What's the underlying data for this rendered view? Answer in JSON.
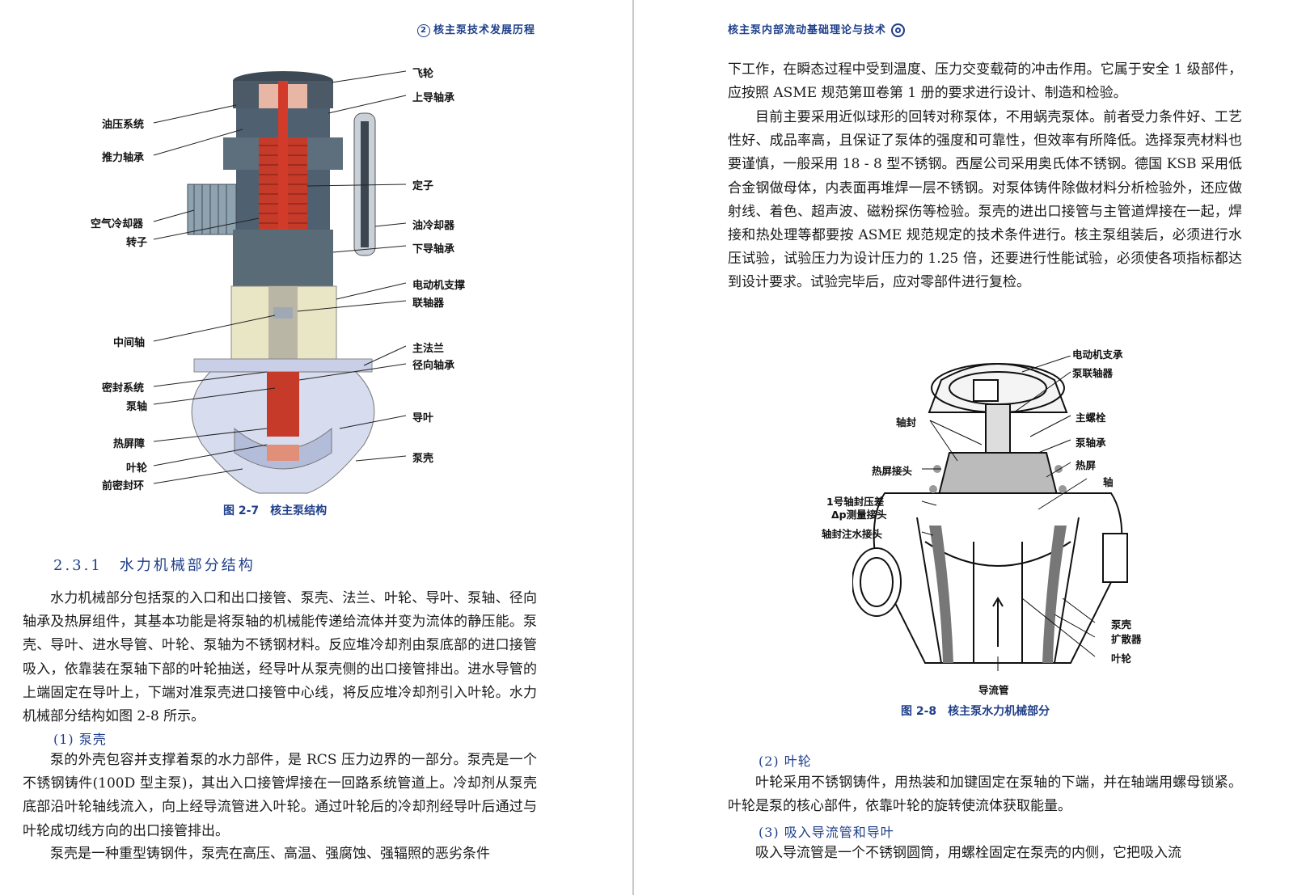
{
  "left_page": {
    "header": {
      "badge": "2",
      "title": "核主泵技术发展历程"
    },
    "figure_2_7": {
      "caption": "图 2-7　核主泵结构",
      "labels_left": [
        "油压系统",
        "推力轴承",
        "空气冷却器",
        "转子",
        "中间轴",
        "密封系统",
        "泵轴",
        "热屏障",
        "叶轮",
        "前密封环"
      ],
      "labels_right": [
        "飞轮",
        "上导轴承",
        "定子",
        "油冷却器",
        "下导轴承",
        "电动机支撑",
        "联轴器",
        "主法兰",
        "径向轴承",
        "导叶",
        "泵壳"
      ]
    },
    "section_title": "2.3.1　水力机械部分结构",
    "para1": "水力机械部分包括泵的入口和出口接管、泵壳、法兰、叶轮、导叶、泵轴、径向轴承及热屏组件，其基本功能是将泵轴的机械能传递给流体并变为流体的静压能。泵壳、导叶、进水导管、叶轮、泵轴为不锈钢材料。反应堆冷却剂由泵底部的进口接管吸入，依靠装在泵轴下部的叶轮抽送，经导叶从泵壳侧的出口接管排出。进水导管的上端固定在导叶上，下端对准泵壳进口接管中心线，将反应堆冷却剂引入叶轮。水力机械部分结构如图 2-8 所示。",
    "sub1": "(1) 泵壳",
    "para2": "泵的外壳包容并支撑着泵的水力部件，是 RCS 压力边界的一部分。泵壳是一个不锈钢铸件(100D 型主泵)，其出入口接管焊接在一回路系统管道上。冷却剂从泵壳底部沿叶轮轴线流入，向上经导流管进入叶轮。通过叶轮后的冷却剂经导叶后通过与叶轮成切线方向的出口接管排出。",
    "para3": "泵壳是一种重型铸钢件，泵壳在高压、高温、强腐蚀、强辐照的恶劣条件"
  },
  "right_page": {
    "header": {
      "title": "核主泵内部流动基础理论与技术"
    },
    "para1": "下工作，在瞬态过程中受到温度、压力交变载荷的冲击作用。它属于安全 1 级部件，应按照 ASME 规范第Ⅲ卷第 1 册的要求进行设计、制造和检验。",
    "para2": "目前主要采用近似球形的回转对称泵体，不用蜗壳泵体。前者受力条件好、工艺性好、成品率高，且保证了泵体的强度和可靠性，但效率有所降低。选择泵壳材料也要谨慎，一般采用 18 - 8 型不锈钢。西屋公司采用奥氏体不锈钢。德国 KSB 采用低合金钢做母体，内表面再堆焊一层不锈钢。对泵体铸件除做材料分析检验外，还应做射线、着色、超声波、磁粉探伤等检验。泵壳的进出口接管与主管道焊接在一起，焊接和热处理等都要按 ASME 规范规定的技术条件进行。核主泵组装后，必须进行水压试验，试验压力为设计压力的 1.25 倍，还要进行性能试验，必须使各项指标都达到设计要求。试验完毕后，应对零部件进行复检。",
    "figure_2_8": {
      "caption": "图 2-8　核主泵水力机械部分",
      "labels": [
        "电动机支承",
        "泵联轴器",
        "轴封",
        "主螺栓",
        "泵轴承",
        "热屏接头",
        "热屏",
        "轴",
        "1号轴封压差",
        "Δp测量接头",
        "轴封注水接头",
        "泵壳",
        "扩散器",
        "叶轮",
        "导流管"
      ]
    },
    "sub2": "(2) 叶轮",
    "para4": "叶轮采用不锈钢铸件，用热装和加键固定在泵轴的下端，并在轴端用螺母锁紧。叶轮是泵的核心部件，依靠叶轮的旋转使流体获取能量。",
    "sub3": "(3) 吸入导流管和导叶",
    "para5": "吸入导流管是一个不锈钢圆筒，用螺栓固定在泵壳的内侧，它把吸入流"
  }
}
